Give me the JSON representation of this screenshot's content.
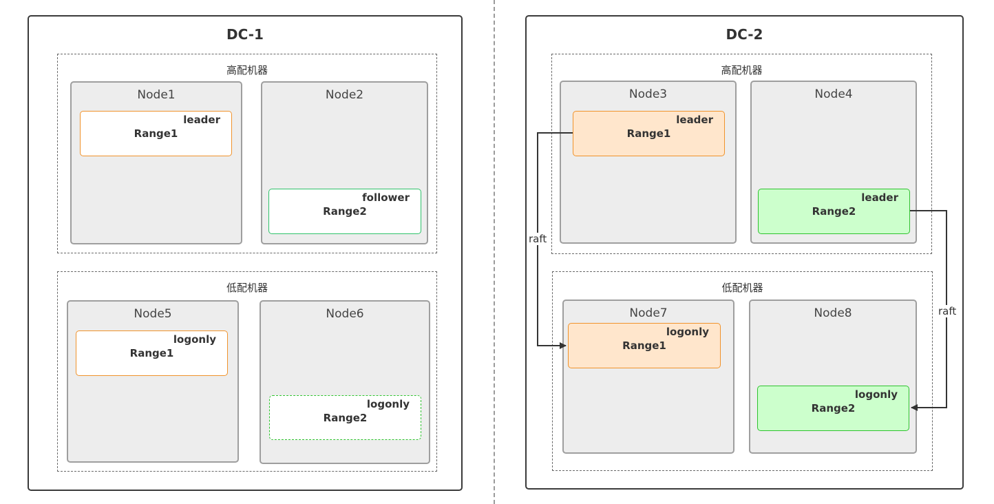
{
  "dc1": {
    "title": "DC-1",
    "high_group": {
      "title": "高配机器",
      "node1": {
        "name": "Node1",
        "range": {
          "role": "leader",
          "name": "Range1"
        }
      },
      "node2": {
        "name": "Node2",
        "range": {
          "role": "follower",
          "name": "Range2"
        }
      }
    },
    "low_group": {
      "title": "低配机器",
      "node5": {
        "name": "Node5",
        "range": {
          "role": "logonly",
          "name": "Range1"
        }
      },
      "node6": {
        "name": "Node6",
        "range": {
          "role": "logonly",
          "name": "Range2"
        }
      }
    }
  },
  "dc2": {
    "title": "DC-2",
    "high_group": {
      "title": "高配机器",
      "node3": {
        "name": "Node3",
        "range": {
          "role": "leader",
          "name": "Range1"
        }
      },
      "node4": {
        "name": "Node4",
        "range": {
          "role": "leader",
          "name": "Range2"
        }
      }
    },
    "low_group": {
      "title": "低配机器",
      "node7": {
        "name": "Node7",
        "range": {
          "role": "logonly",
          "name": "Range1"
        }
      },
      "node8": {
        "name": "Node8",
        "range": {
          "role": "logonly",
          "name": "Range2"
        }
      }
    }
  },
  "connections": [
    {
      "label": "raft",
      "from": "Node3 Range1",
      "to": "Node7 Range1"
    },
    {
      "label": "raft",
      "from": "Node4 Range2",
      "to": "Node8 Range2"
    }
  ],
  "colors": {
    "range1_border": "#f0922a",
    "range1_fill": "#ffe6cc",
    "range2_border": "#2ec22e",
    "range2_fill": "#ccffcc"
  }
}
